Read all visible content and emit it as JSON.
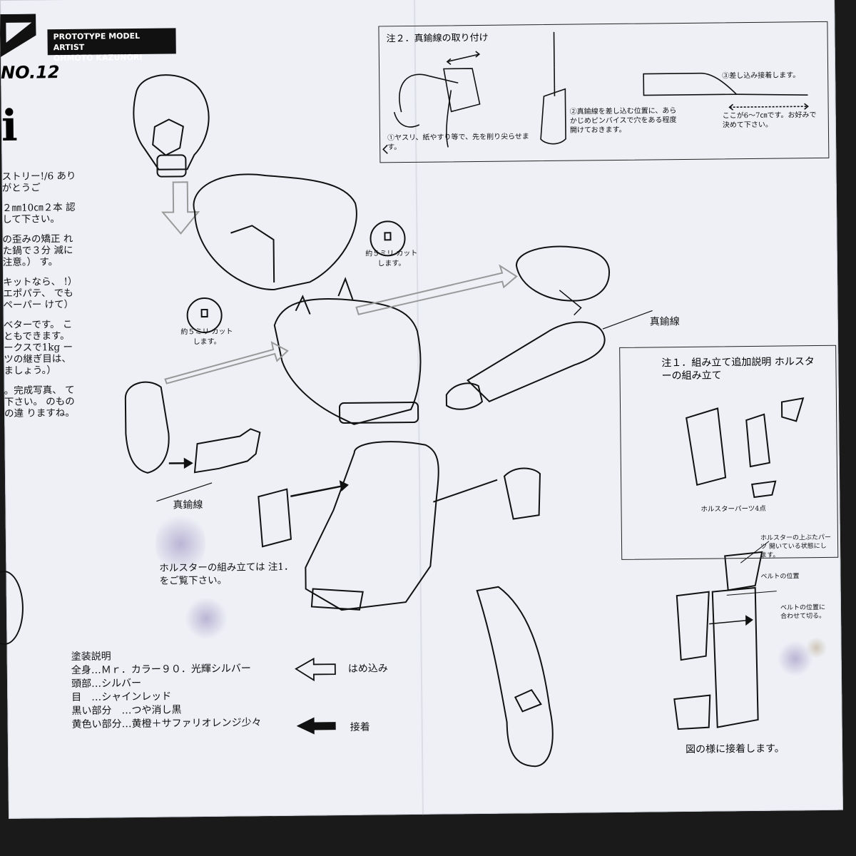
{
  "header": {
    "artist_line1": "PROTOTYPE MODEL ARTIST",
    "artist_line2": "OHMOTO KAZUNORI",
    "kit_number": "NO.12",
    "title_fragment": "i"
  },
  "left_column": {
    "p1": "ストリー!/6 ありがとうご",
    "p2": "２㎜10㎝２本 認して下さい。",
    "p3": "の歪みの矯正 れた鍋で３分 減に注意。） す。",
    "p4": "キットなら、 !）エポパテ、 でもペーパー けて）",
    "p5": "ベターです。 こともできます。 ークスで1kg ーツの継ぎ目は、 ましょう。）",
    "p6": "。完成写真、 て下さい。 のものの違 りますね。"
  },
  "note2": {
    "title": "注２．真鍮線の取り付け",
    "step1": "①ヤスリ、紙やすり等で、先を削り尖らせます。",
    "step2": "②真鍮線を差し込む位置に、あらかじめピンバイスで穴をある程度開けておきます。",
    "step3": "③差し込み接着します。",
    "length_note": "ここが6〜7㎝です。お好みで決めて下さい。"
  },
  "annotations": {
    "cut_1": "約５ミリ カットします。",
    "cut_2": "約５ミリ カットします。",
    "brass_wire_right": "真鍮線",
    "brass_wire_left": "真鍮線",
    "holster_note": "ホルスターの組み立ては 注1．をご覧下さい。"
  },
  "note1": {
    "title": "注１．組み立て追加説明 ホルスターの組み立て",
    "parts_caption": "ホルスターパーツ4点",
    "flap_caption": "ホルスターの上ぶたパーツ 開いている状態にします。",
    "belt_caption": "ベルトの位置",
    "belt_fit_caption": "ベルトの位置に合わせて切る。",
    "bottom_caption": "図の様に接着します。"
  },
  "painting": {
    "title": "塗装説明",
    "line1": "全身…Ｍｒ．カラー９０．光輝シルバー",
    "line2": "頭部…シルバー",
    "line3": "目　…シャインレッド",
    "line4": "黒い部分　…つや消し黒",
    "line5": "黄色い部分…黄橙＋サファリオレンジ少々"
  },
  "legend": {
    "insert_label": "はめ込み",
    "glue_label": "接着"
  }
}
